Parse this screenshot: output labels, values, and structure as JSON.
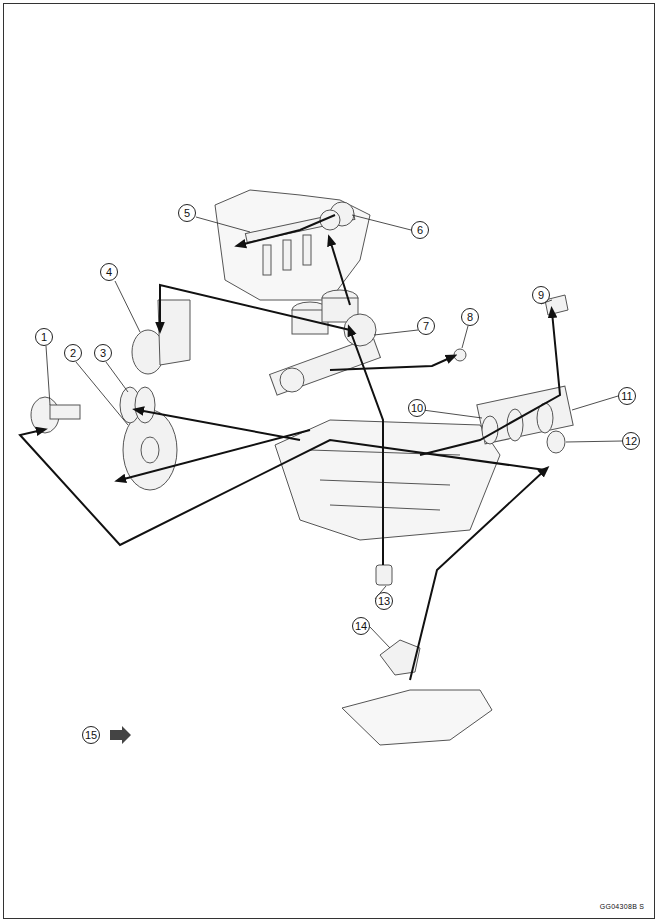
{
  "diagram": {
    "labels": [
      "1",
      "2",
      "3",
      "4",
      "5",
      "6",
      "7",
      "8",
      "9",
      "10",
      "11",
      "12",
      "13",
      "14",
      "15",
      "GG04308B S"
    ]
  }
}
